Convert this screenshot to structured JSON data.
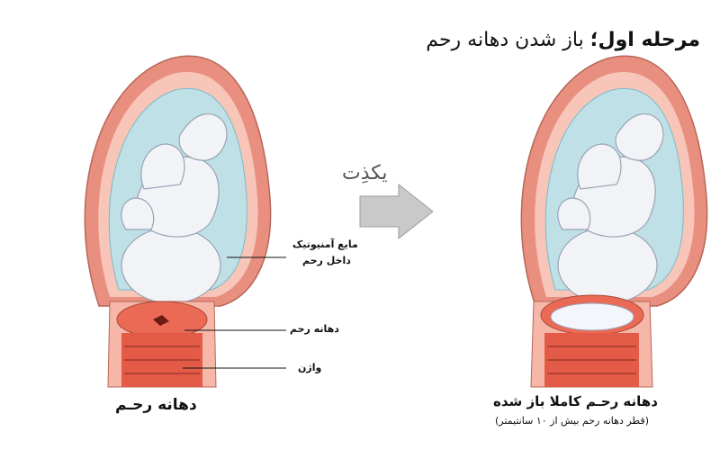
{
  "title": {
    "bold": "مرحله اول؛",
    "rest": " باز شدن دهانه رحم"
  },
  "logo_text": "یکذِت",
  "labels": {
    "amniotic_fluid_line1": "مایع آمنیوتیک",
    "amniotic_fluid_line2": "داخل رحم",
    "cervix": "دهانه رحم",
    "vagina": "واژن"
  },
  "captions": {
    "left": "دهانه رحـم",
    "right_main": "دهانه رحـم کاملا باز شده",
    "right_sub": "(قطر دهانه رحم بیش از ۱۰ سانتیمتر)"
  },
  "colors": {
    "uterus_wall": "#e98f80",
    "uterus_wall_light": "#f7c6b9",
    "amniotic": "#bfe0e7",
    "baby": "#f1f3f7",
    "cervix": "#ea6a55",
    "arrow": "#c9c9c9",
    "logo_accent": "#f1a23c"
  },
  "icons": {
    "arrow": "right-arrow-icon"
  }
}
